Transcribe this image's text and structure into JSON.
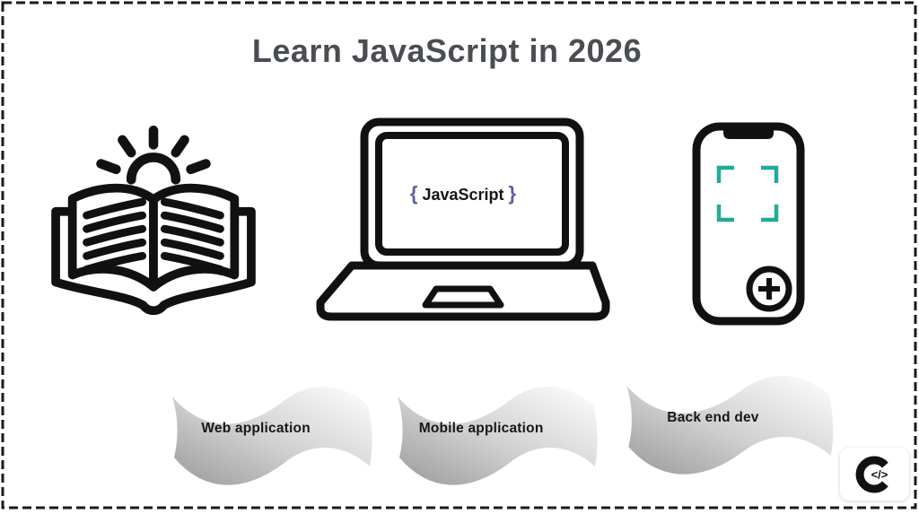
{
  "page": {
    "title": "Learn JavaScript in 2026"
  },
  "colors": {
    "background": "#ffffff",
    "title_text": "#4a4d52",
    "line_art": "#111111",
    "scan_frame_teal": "#23ab96",
    "brace_purple": "#5c5f9e",
    "ribbon_gradient_dark": "#9a9a9a",
    "ribbon_gradient_light": "#ffffff",
    "dashed_border": "#1a1a1a"
  },
  "laptop_screen": {
    "open_brace": "{",
    "label": "JavaScript",
    "close_brace": "}"
  },
  "ribbons": [
    {
      "label": "Web application"
    },
    {
      "label": "Mobile application"
    },
    {
      "label": "Back end dev"
    }
  ],
  "logo": {
    "code_glyph": "</>"
  }
}
